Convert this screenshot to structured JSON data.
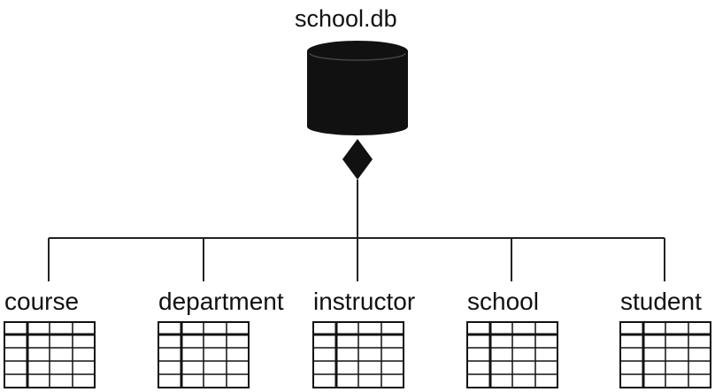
{
  "database": {
    "name": "school.db",
    "icon": "database-cylinder-icon",
    "relation_icon": "composition-diamond-icon"
  },
  "tables": [
    {
      "label": "course",
      "icon": "table-grid-icon"
    },
    {
      "label": "department",
      "icon": "table-grid-icon"
    },
    {
      "label": "instructor",
      "icon": "table-grid-icon"
    },
    {
      "label": "school",
      "icon": "table-grid-icon"
    },
    {
      "label": "student",
      "icon": "table-grid-icon"
    }
  ],
  "colors": {
    "ink": "#111111",
    "background": "#ffffff"
  }
}
